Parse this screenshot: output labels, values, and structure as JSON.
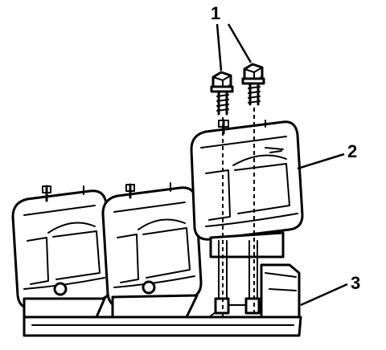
{
  "diagram": {
    "callouts": [
      {
        "id": "1",
        "label": "1",
        "part": "bolts"
      },
      {
        "id": "2",
        "label": "2",
        "part": "ignition-coil"
      },
      {
        "id": "3",
        "label": "3",
        "part": "coil-mounting-bracket"
      }
    ],
    "colors": {
      "ink": "#000000",
      "background": "#ffffff"
    }
  }
}
